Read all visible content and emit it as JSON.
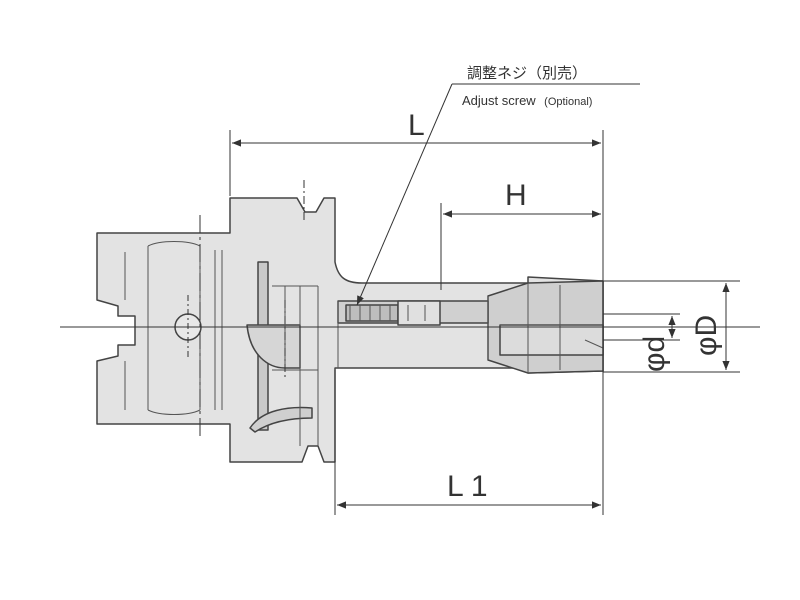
{
  "callout": {
    "jp": "調整ネジ（別売）",
    "en_main": "Adjust screw",
    "en_opt": "(Optional)"
  },
  "dimensions": {
    "L": "L",
    "H": "H",
    "L1": "L 1",
    "phi_d": "φd",
    "phi_D": "φD"
  },
  "colors": {
    "body": "#e3e3e3",
    "body_dark": "#c9c9c9",
    "outline": "#444444",
    "dim_line": "#333333"
  }
}
